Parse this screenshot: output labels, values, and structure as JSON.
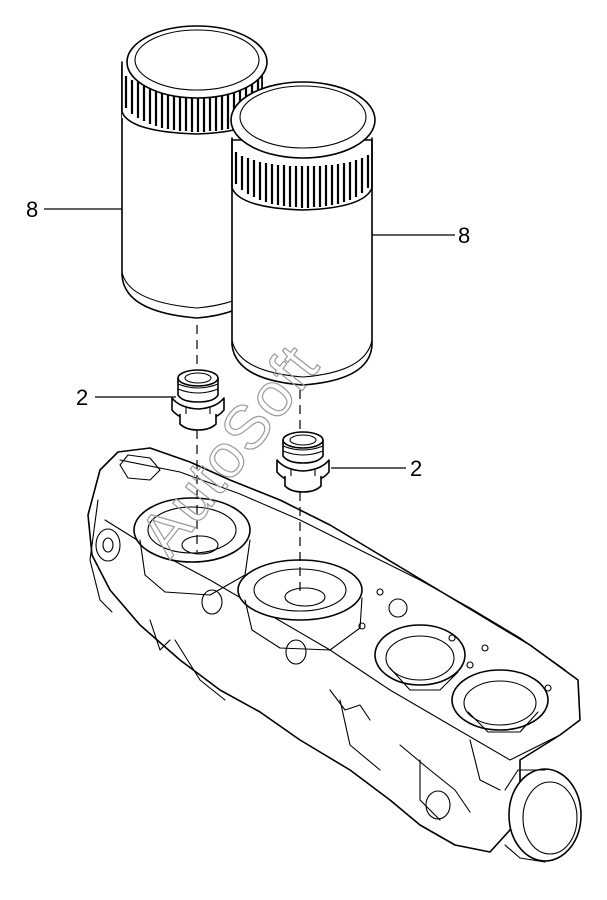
{
  "callouts": {
    "filter_left": "8",
    "filter_right": "8",
    "nipple_left": "2",
    "nipple_right": "2"
  },
  "watermark": "AutoSoft",
  "icons": {
    "filter": "filter-cartridge-icon",
    "nipple": "threaded-nipple-icon",
    "housing": "filter-housing-icon"
  }
}
